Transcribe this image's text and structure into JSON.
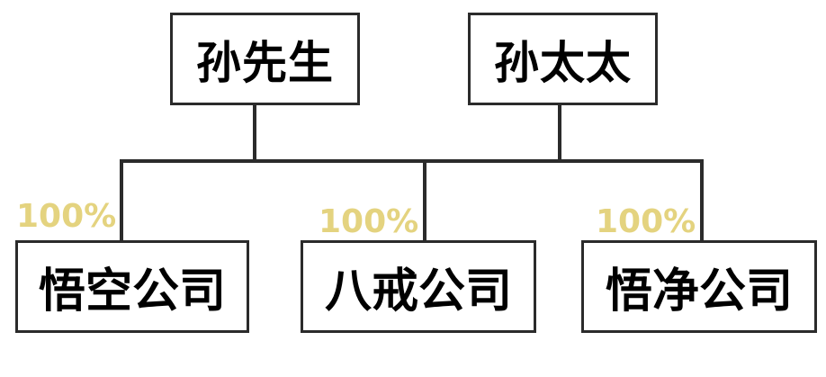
{
  "diagram": {
    "owners": [
      {
        "label": "孙先生"
      },
      {
        "label": "孙太太"
      }
    ],
    "companies": [
      {
        "label": "悟空公司",
        "ownership": "100%"
      },
      {
        "label": "八戒公司",
        "ownership": "100%"
      },
      {
        "label": "悟净公司",
        "ownership": "100%"
      }
    ],
    "colors": {
      "line": "#2b2b2b",
      "box_border": "#2b2b2b",
      "percentage": "#e4d37f"
    }
  }
}
